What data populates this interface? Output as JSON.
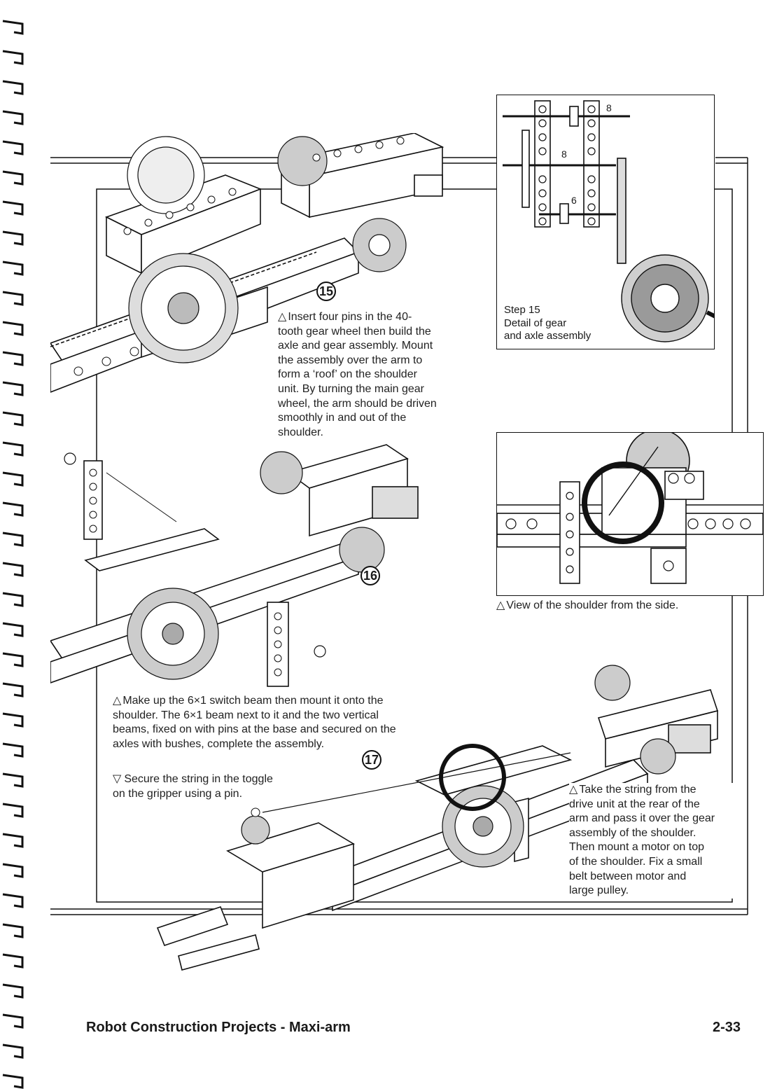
{
  "steps": {
    "s15": {
      "number": "15",
      "text": "Insert four pins in the 40-\ntooth gear wheel then build the\naxle and gear assembly. Mount\nthe assembly over the arm to\nform a ‘roof’ on the shoulder\nunit. By turning the main gear\nwheel, the arm should be driven\nsmoothly in and out of the\nshoulder."
    },
    "s16": {
      "number": "16",
      "text": "Make up the 6×1 switch beam then mount it onto the\nshoulder. The 6×1 beam next to it and the two vertical\nbeams, fixed on with pins at the base and secured on the\naxles with bushes, complete the assembly."
    },
    "s17": {
      "number": "17",
      "secure_text": "Secure the string in the toggle\non the gripper using a pin.",
      "take_text": "Take the string  from the\ndrive unit at the rear of the\narm and pass it over the gear\nassembly of the shoulder.\nThen mount a  motor on top\nof the shoulder. Fix a small\nbelt between  motor and\nlarge pulley."
    }
  },
  "detail_panel": {
    "caption": "Step 15\nDetail of gear\nand axle assembly",
    "labels": [
      "8",
      "8",
      "6"
    ]
  },
  "side_view": {
    "caption": "View of the shoulder from the side."
  },
  "footer": {
    "title": "Robot Construction Projects - Maxi-arm",
    "page_number": "2-33"
  }
}
